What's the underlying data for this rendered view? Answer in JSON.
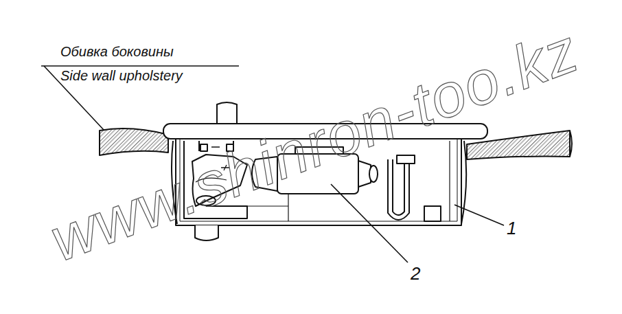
{
  "diagram": {
    "labels": [
      "Обивка боковины",
      "Side wall upholstery",
      "1",
      "2",
      "www.shinron-too.kz"
    ]
  }
}
